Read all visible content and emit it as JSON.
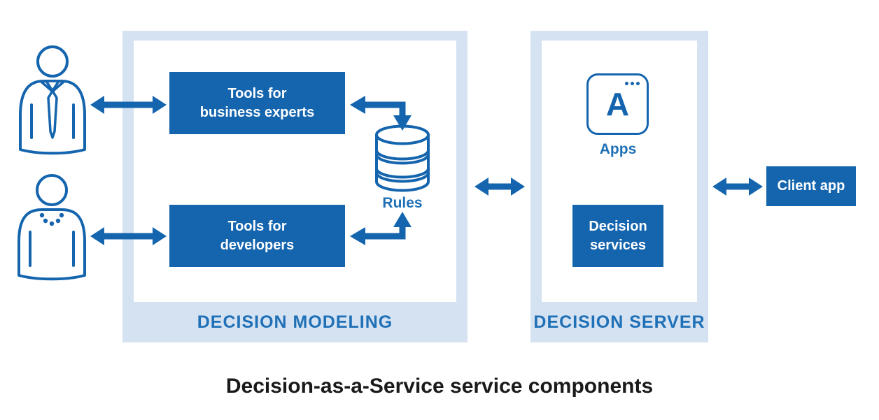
{
  "title": "Decision-as-a-Service service components",
  "colors": {
    "accent_blue": "#1565ae",
    "panel_light_blue": "#d4e2f2",
    "panel_label_blue": "#1f70b6",
    "box_text": "#ffffff",
    "title_text": "#1a1a1a"
  },
  "actors": {
    "business_expert": {
      "icon": "business-expert-person-icon"
    },
    "developer": {
      "icon": "developer-person-icon"
    }
  },
  "modeling_panel": {
    "label": "DECISION MODELING",
    "tools_business": {
      "label": "Tools for\nbusiness experts"
    },
    "tools_developers": {
      "label": "Tools for\ndevelopers"
    },
    "rules_db": {
      "label": "Rules",
      "icon": "database-icon"
    }
  },
  "server_panel": {
    "label": "DECISION SERVER",
    "apps": {
      "letter": "A",
      "label": "Apps",
      "icon": "app-window-icon"
    },
    "decision_services": {
      "label": "Decision\nservices"
    }
  },
  "client": {
    "label": "Client app"
  }
}
